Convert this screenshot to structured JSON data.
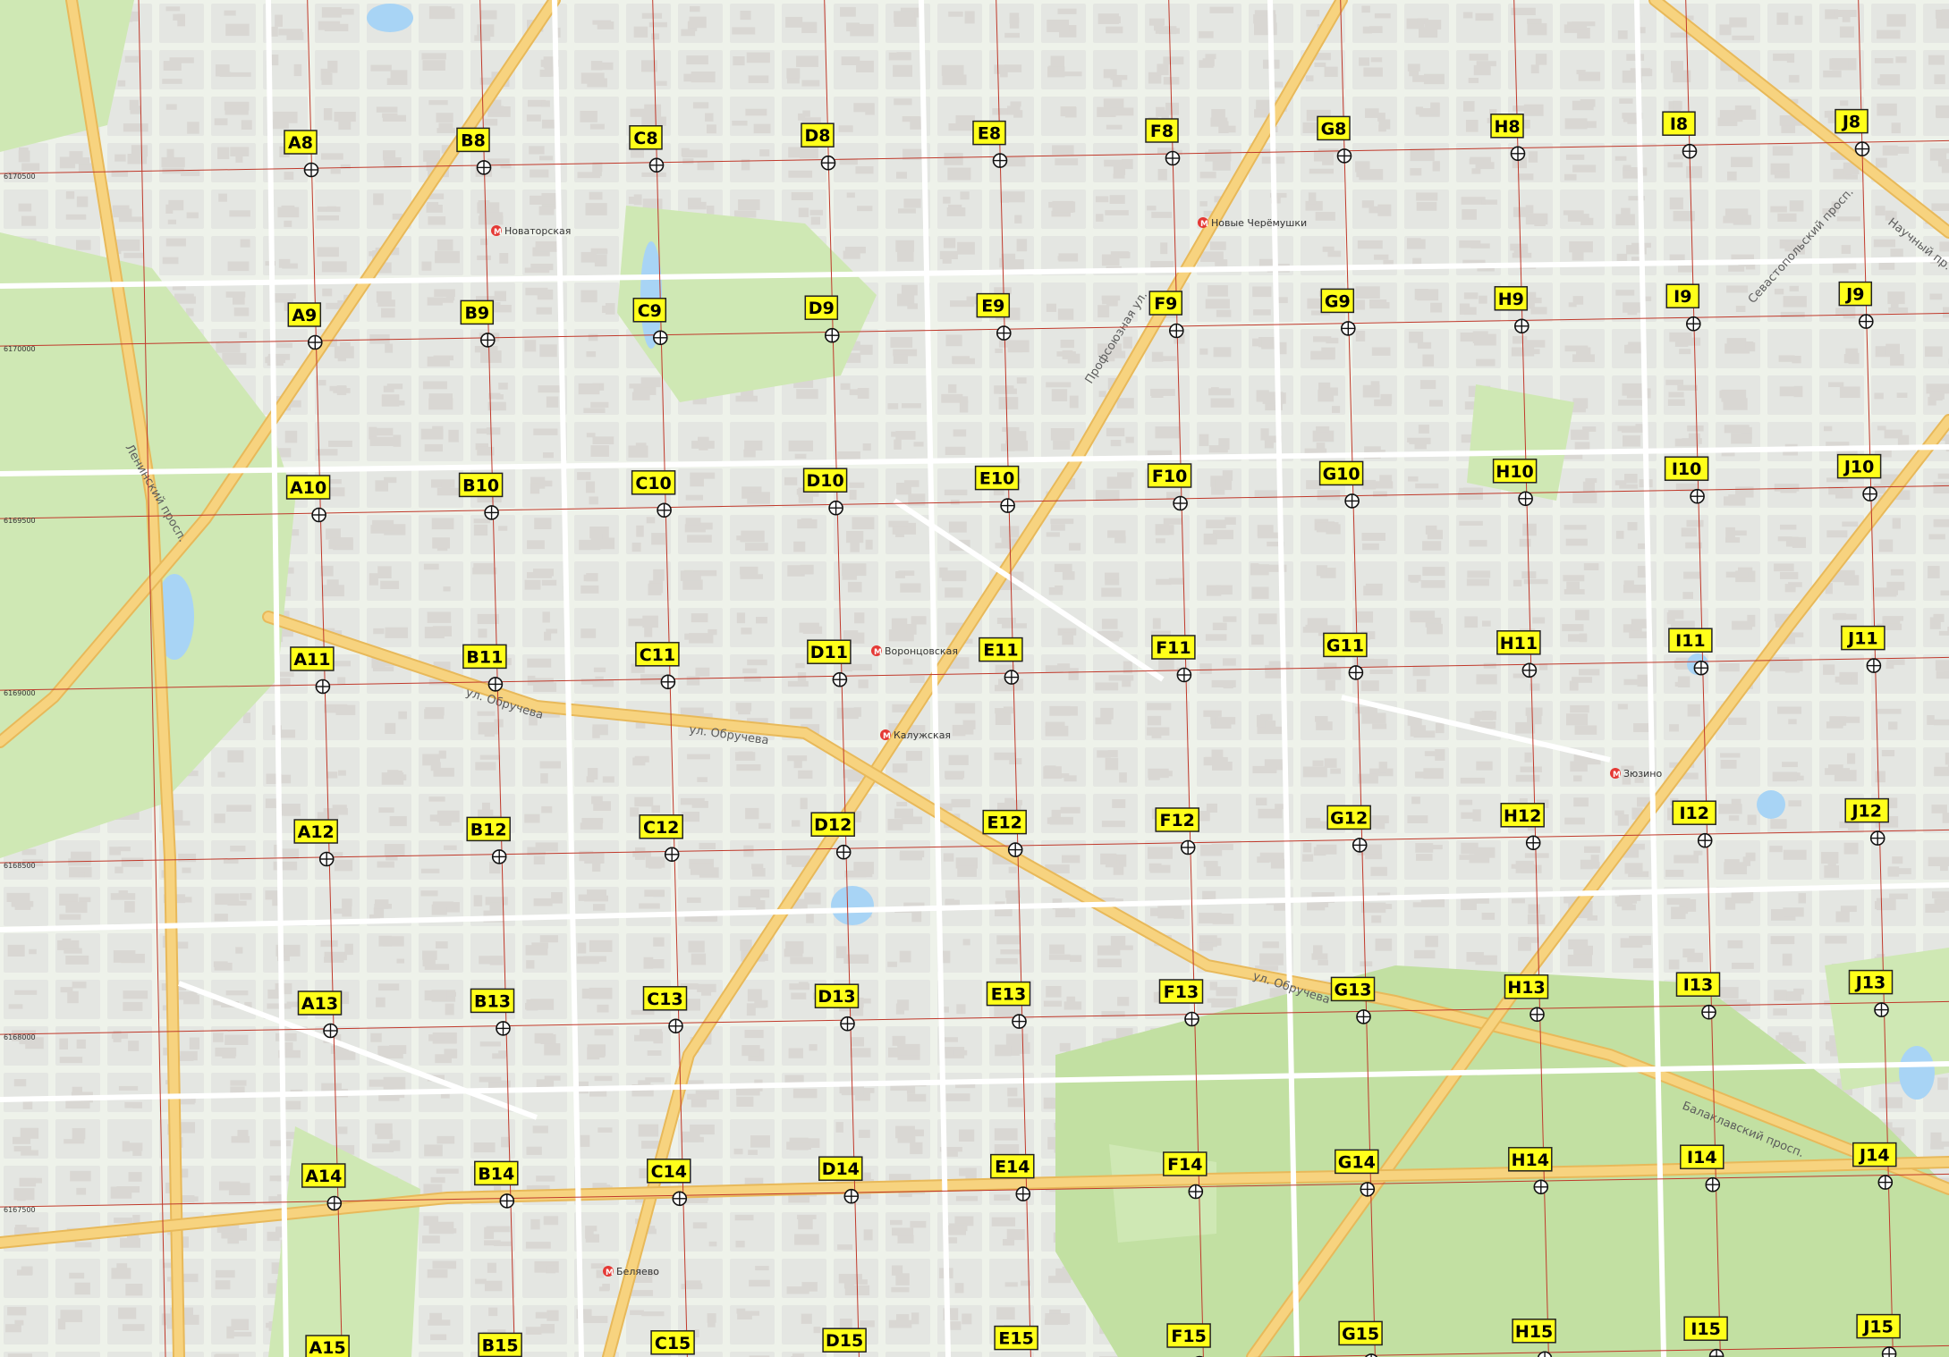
{
  "colors": {
    "background": "#eef2ea",
    "park": "#cfe8b4",
    "forest": "#c2e0a2",
    "block": "#e4e6e2",
    "building": "#d9d7d3",
    "major_road": "#f7d37f",
    "minor_road": "#ffffff",
    "water": "#a8d4f5",
    "grid_line": "#c0392b",
    "marker_fill": "#ffff1a",
    "marker_border": "#222222",
    "metro": "#e53935"
  },
  "grid": {
    "columns": [
      "A",
      "B",
      "C",
      "D",
      "E",
      "F",
      "G",
      "H",
      "I",
      "J"
    ],
    "rows": [
      "8",
      "9",
      "10",
      "11",
      "12",
      "13",
      "14",
      "15"
    ]
  },
  "coord_labels": [
    "6170500",
    "6170000",
    "6169500",
    "6169000",
    "6168500",
    "6168000",
    "6167500"
  ],
  "streets": [
    {
      "name": "ул. Обручева"
    },
    {
      "name": "ул. Обручева"
    },
    {
      "name": "ул. Обручева"
    },
    {
      "name": "Ленинский просп."
    },
    {
      "name": "Профсоюзная ул."
    },
    {
      "name": "Балаклавский просп."
    },
    {
      "name": "Севастопольский просп."
    },
    {
      "name": "Научный пр."
    }
  ],
  "metro": [
    {
      "name": "Новые Черёмушки"
    },
    {
      "name": "Воронцовская"
    },
    {
      "name": "Калужская"
    },
    {
      "name": "Беляево"
    },
    {
      "name": "Зюзино"
    },
    {
      "name": "Новаторская"
    }
  ]
}
